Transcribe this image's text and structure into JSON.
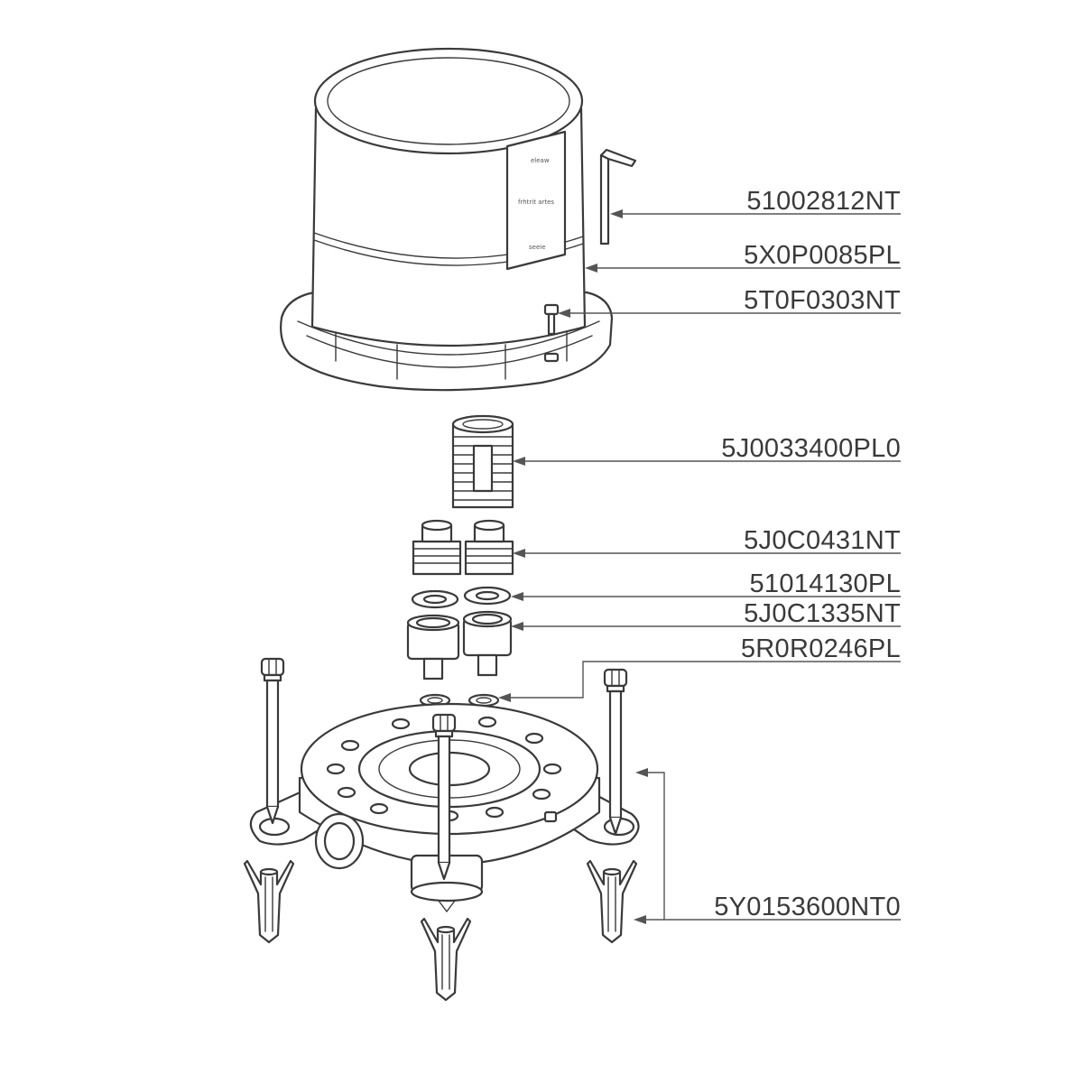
{
  "parts": [
    {
      "id": "allen-key",
      "code": "51002812NT"
    },
    {
      "id": "cover",
      "code": "5X0P0085PL"
    },
    {
      "id": "cover-screw",
      "code": "5T0F0303NT"
    },
    {
      "id": "threaded-nipple",
      "code": "5J0033400PL0"
    },
    {
      "id": "fittings",
      "code": "5J0C0431NT"
    },
    {
      "id": "flat-washers",
      "code": "51014130PL"
    },
    {
      "id": "union-nuts",
      "code": "5J0C1335NT"
    },
    {
      "id": "o-rings",
      "code": "5R0R0246PL"
    },
    {
      "id": "screws-and-wall-plugs",
      "code": "5Y0153600NT0"
    }
  ],
  "cover_panel": {
    "top_text": "eleaw",
    "middle_text": "frhtrit artes",
    "bottom_text": "seeie"
  }
}
